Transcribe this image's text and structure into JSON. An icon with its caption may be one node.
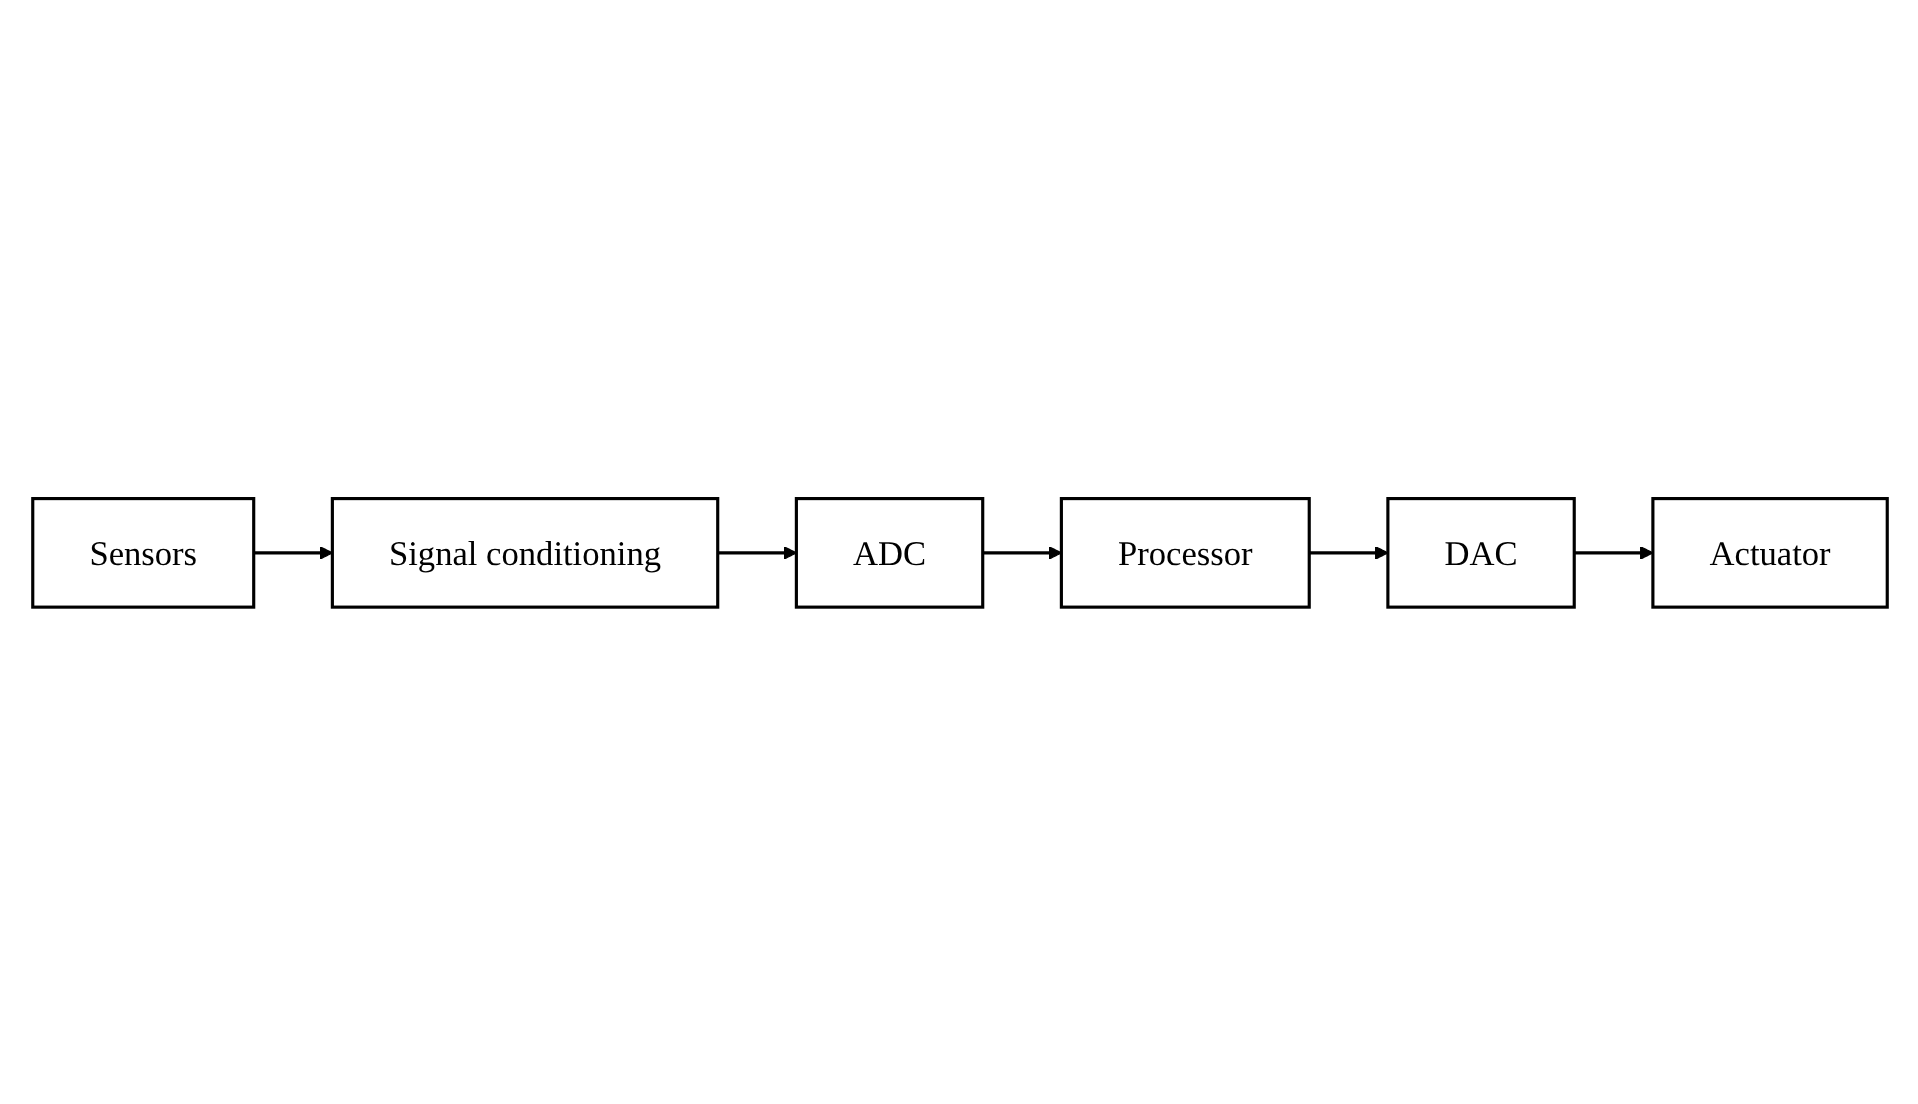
{
  "diagram": {
    "nodes": [
      {
        "text": [
          "Sensors"
        ]
      },
      {
        "text": [
          "Signal conditioning"
        ]
      },
      {
        "text": [
          "ADC"
        ]
      },
      {
        "text": [
          "Processor"
        ]
      },
      {
        "text": [
          "DAC"
        ]
      },
      {
        "text": [
          "Actuator"
        ]
      }
    ],
    "edges": [
      {
        "from": 0,
        "to": 1,
        "arrow": "to"
      },
      {
        "from": 1,
        "to": 2,
        "arrow": "to"
      },
      {
        "from": 2,
        "to": 3,
        "arrow": "to"
      },
      {
        "from": 3,
        "to": 4,
        "arrow": "to"
      },
      {
        "from": 4,
        "to": 5,
        "arrow": "to"
      }
    ]
  }
}
